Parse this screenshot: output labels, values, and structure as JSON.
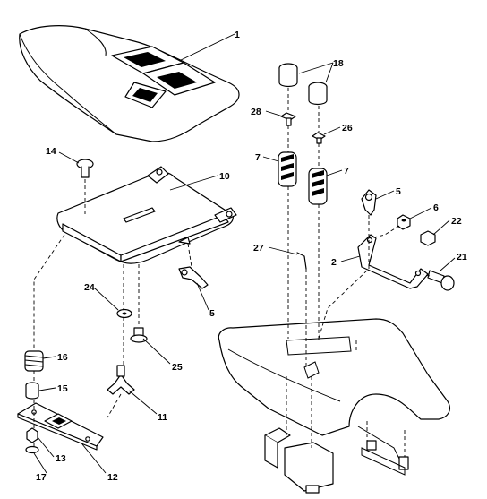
{
  "callouts": {
    "c1": "1",
    "c18": "18",
    "c28": "28",
    "c26": "26",
    "c7a": "7",
    "c7b": "7",
    "c14": "14",
    "c10": "10",
    "c5a": "5",
    "c6": "6",
    "c22": "22",
    "c27": "27",
    "c2": "2",
    "c21": "21",
    "c24": "24",
    "c5b": "5",
    "c16": "16",
    "c25": "25",
    "c15": "15",
    "c11": "11",
    "c13": "13",
    "c12": "12",
    "c17": "17"
  }
}
